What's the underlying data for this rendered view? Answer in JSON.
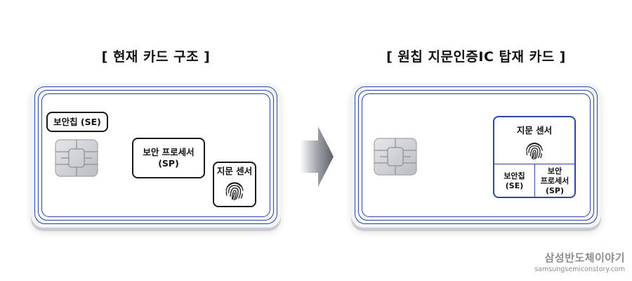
{
  "left_panel": {
    "heading": "[ 현재 카드 구조 ]",
    "se_label": "보안칩 (SE)",
    "sp_label_line1": "보안 프로세서",
    "sp_label_line2": "(SP)",
    "fingerprint_label": "지문 센서"
  },
  "right_panel": {
    "heading": "[ 원칩 지문인증IC 탑재 카드 ]",
    "module_title": "지문 센서",
    "module_se_line1": "보안칩",
    "module_se_line2": "(SE)",
    "module_sp_line1": "보안",
    "module_sp_line2": "프로세서",
    "module_sp_line3": "(SP)"
  },
  "brand": {
    "name": "삼성반도체이야기",
    "url": "samsungsemiconstory.com"
  },
  "icons": [
    "chip-icon",
    "fingerprint-icon",
    "arrow-right-icon"
  ],
  "colors": {
    "ring_blue": "#2b47a8",
    "arrow_gray": "#6f727c"
  }
}
